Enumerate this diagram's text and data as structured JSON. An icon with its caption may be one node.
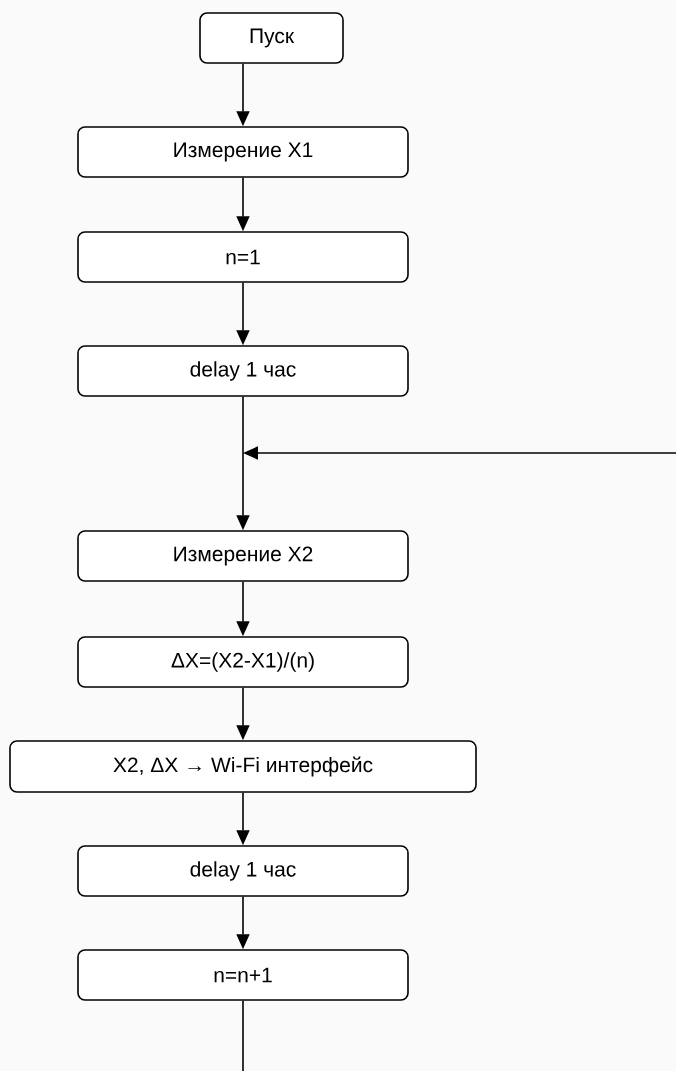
{
  "diagram": {
    "nodes": [
      {
        "text": [
          "Пуск"
        ]
      },
      {
        "text": [
          "Измерение X1"
        ]
      },
      {
        "text": [
          "n=1"
        ]
      },
      {
        "text": [
          "delay 1 час"
        ]
      },
      {
        "text": [
          "Измерение X2"
        ]
      },
      {
        "text": [
          "ΔX=(X2-X1)/(n)"
        ]
      },
      {
        "text": [
          "X2, ΔX → Wi-Fi интерфейс"
        ]
      },
      {
        "text": [
          "delay 1 час"
        ]
      },
      {
        "text": [
          "n=n+1"
        ]
      }
    ],
    "edges": [
      {
        "from": 0,
        "to": 1,
        "arrow": "to"
      },
      {
        "from": 1,
        "to": 2,
        "arrow": "to"
      },
      {
        "from": 2,
        "to": 3,
        "arrow": "to"
      },
      {
        "from": 3,
        "to": 4,
        "arrow": "to"
      },
      {
        "from": null,
        "to": 4,
        "arrow": "to"
      },
      {
        "from": 4,
        "to": 5,
        "arrow": "to"
      },
      {
        "from": 5,
        "to": 6,
        "arrow": "to"
      },
      {
        "from": 6,
        "to": 7,
        "arrow": "to"
      },
      {
        "from": 7,
        "to": 8,
        "arrow": "to"
      },
      {
        "from": 8,
        "to": null,
        "arrow": "none"
      }
    ]
  }
}
